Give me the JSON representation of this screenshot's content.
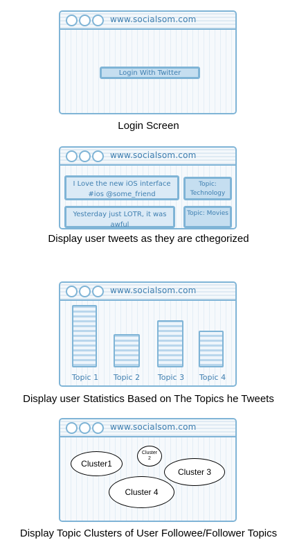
{
  "url": "www.socialsom.com",
  "panels": {
    "login": {
      "button_label": "Login With Twitter",
      "caption": "Login Screen"
    },
    "tweets": {
      "items": [
        {
          "text": "I Love the new iOS interface #ios @some_friend",
          "topic": "Topic: Technology"
        },
        {
          "text": "Yesterday just LOTR, it was awful",
          "topic": "Topic: Movies"
        }
      ],
      "caption": "Display user tweets as they are cthegorized"
    },
    "statistics": {
      "bars": [
        {
          "label": "Topic 1",
          "value": 100
        },
        {
          "label": "Topic 2",
          "value": 53
        },
        {
          "label": "Topic 3",
          "value": 76
        },
        {
          "label": "Topic 4",
          "value": 59
        }
      ],
      "caption": "Display user Statistics Based on The Topics he Tweets"
    },
    "clusters": {
      "items": [
        {
          "label": "Cluster1"
        },
        {
          "label": "Cluster 2"
        },
        {
          "label": "Cluster 3"
        },
        {
          "label": "Cluster 4"
        }
      ],
      "caption": "Display Topic Clusters of User Followee/Follower Topics"
    }
  }
}
